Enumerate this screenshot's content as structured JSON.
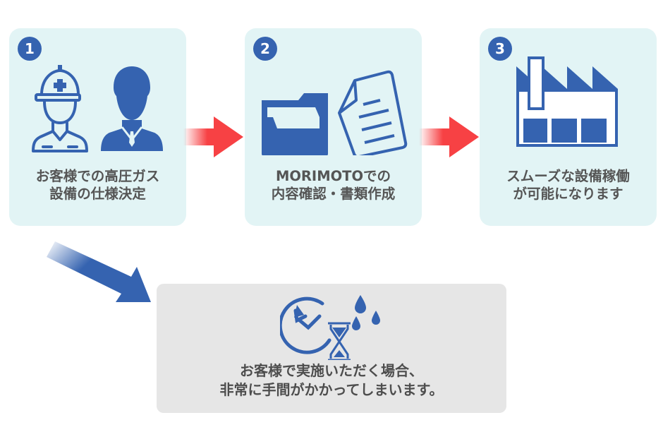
{
  "colors": {
    "accent_blue": "#3563b0",
    "step_bg": "#e2f4f5",
    "warning_bg": "#e6e6e6",
    "arrow_red": "#f74144",
    "text_gray": "#555555"
  },
  "steps": [
    {
      "number": "1",
      "icon": "worker-and-businessman-icon",
      "line1": "お客様での高圧ガス",
      "line2": "設備の仕様決定"
    },
    {
      "number": "2",
      "icon": "folder-and-document-icon",
      "line1": "MORIMOTOでの",
      "line2": "内容確認・書類作成"
    },
    {
      "number": "3",
      "icon": "factory-icon",
      "line1": "スムーズな設備稼働",
      "line2": "が可能になります"
    }
  ],
  "warning": {
    "icon": "clock-hourglass-sweat-icon",
    "line1": "お客様で実施いただく場合、",
    "line2": "非常に手間がかかってしまいます。"
  }
}
